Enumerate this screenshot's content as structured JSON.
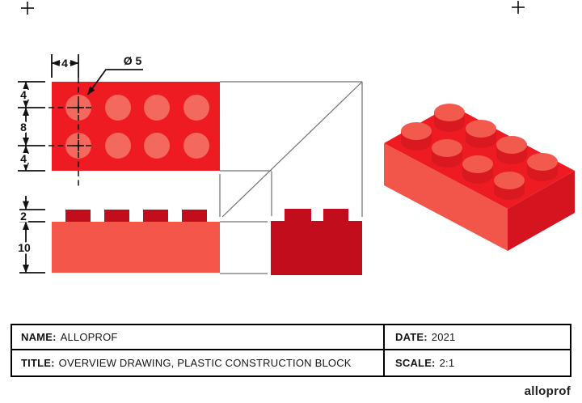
{
  "colors": {
    "bright_red": "#ee1b23",
    "stud_salmon": "#f4695e",
    "salmon": "#f4564a",
    "dark_red": "#c20d1d",
    "iso_front": "#f25549",
    "iso_right": "#d61420",
    "iso_stud_top": "#f35a4e",
    "iso_stud_side": "#d9181f",
    "line_gray": "#707070",
    "ink": "#111111"
  },
  "drawing": {
    "top_view": {
      "dim_stud_offset_x": "4",
      "stud_diameter_label": "Ø 5",
      "dim_top": "4",
      "dim_middle": "8",
      "dim_bottom": "4"
    },
    "front_view": {
      "dim_stud_height": "2",
      "dim_body_height": "10"
    }
  },
  "title_block": {
    "name_label": "NAME:",
    "name_value": "ALLOPROF",
    "date_label": "DATE:",
    "date_value": "2021",
    "title_label": "TITLE:",
    "title_value": "OVERVIEW DRAWING, PLASTIC CONSTRUCTION BLOCK",
    "scale_label": "SCALE:",
    "scale_value": "2:1"
  },
  "branding": {
    "logo_text": "alloprof"
  }
}
